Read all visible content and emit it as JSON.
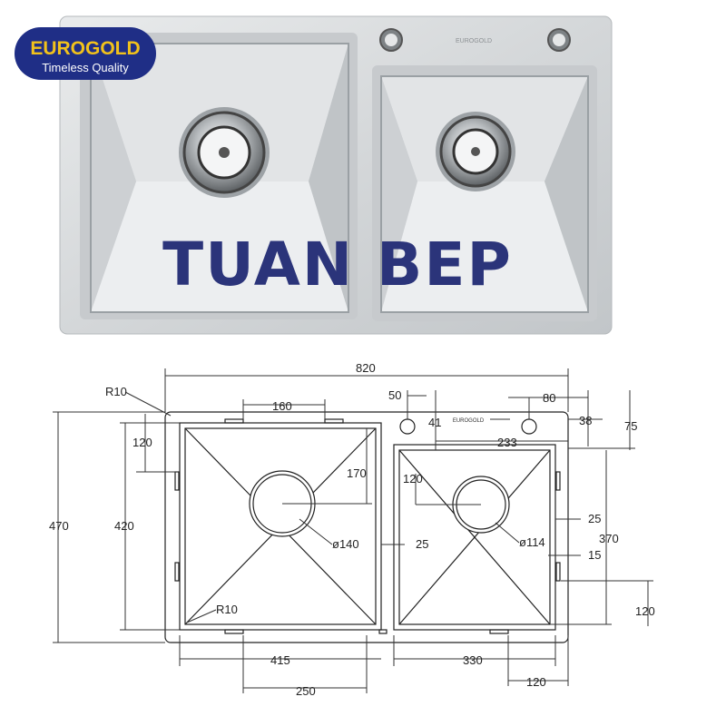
{
  "brand": {
    "name": "EUROGOLD",
    "tagline": "Timeless Quality",
    "plate_text": "EUROGOLD",
    "badge_bg": "#1f2e86",
    "name_color": "#f2c21b"
  },
  "watermark": {
    "text": "TUAN BEP",
    "color": "#2b347a"
  },
  "drawing": {
    "labels": {
      "r10_top": "R10",
      "r10_bottom": "R10",
      "d820": "820",
      "d160": "160",
      "d50": "50",
      "d80": "80",
      "d41": "41",
      "d38": "38",
      "d75": "75",
      "d233": "233",
      "d120_left": "120",
      "d470": "470",
      "d420": "420",
      "d170": "170",
      "dia140": "ø140",
      "d25_left": "25",
      "d120_small": "120",
      "d25_right": "25",
      "dia114": "ø114",
      "d370": "370",
      "d15": "15",
      "d120_right": "120",
      "d415": "415",
      "d250": "250",
      "d330": "330",
      "d120_bottom": "120"
    }
  }
}
